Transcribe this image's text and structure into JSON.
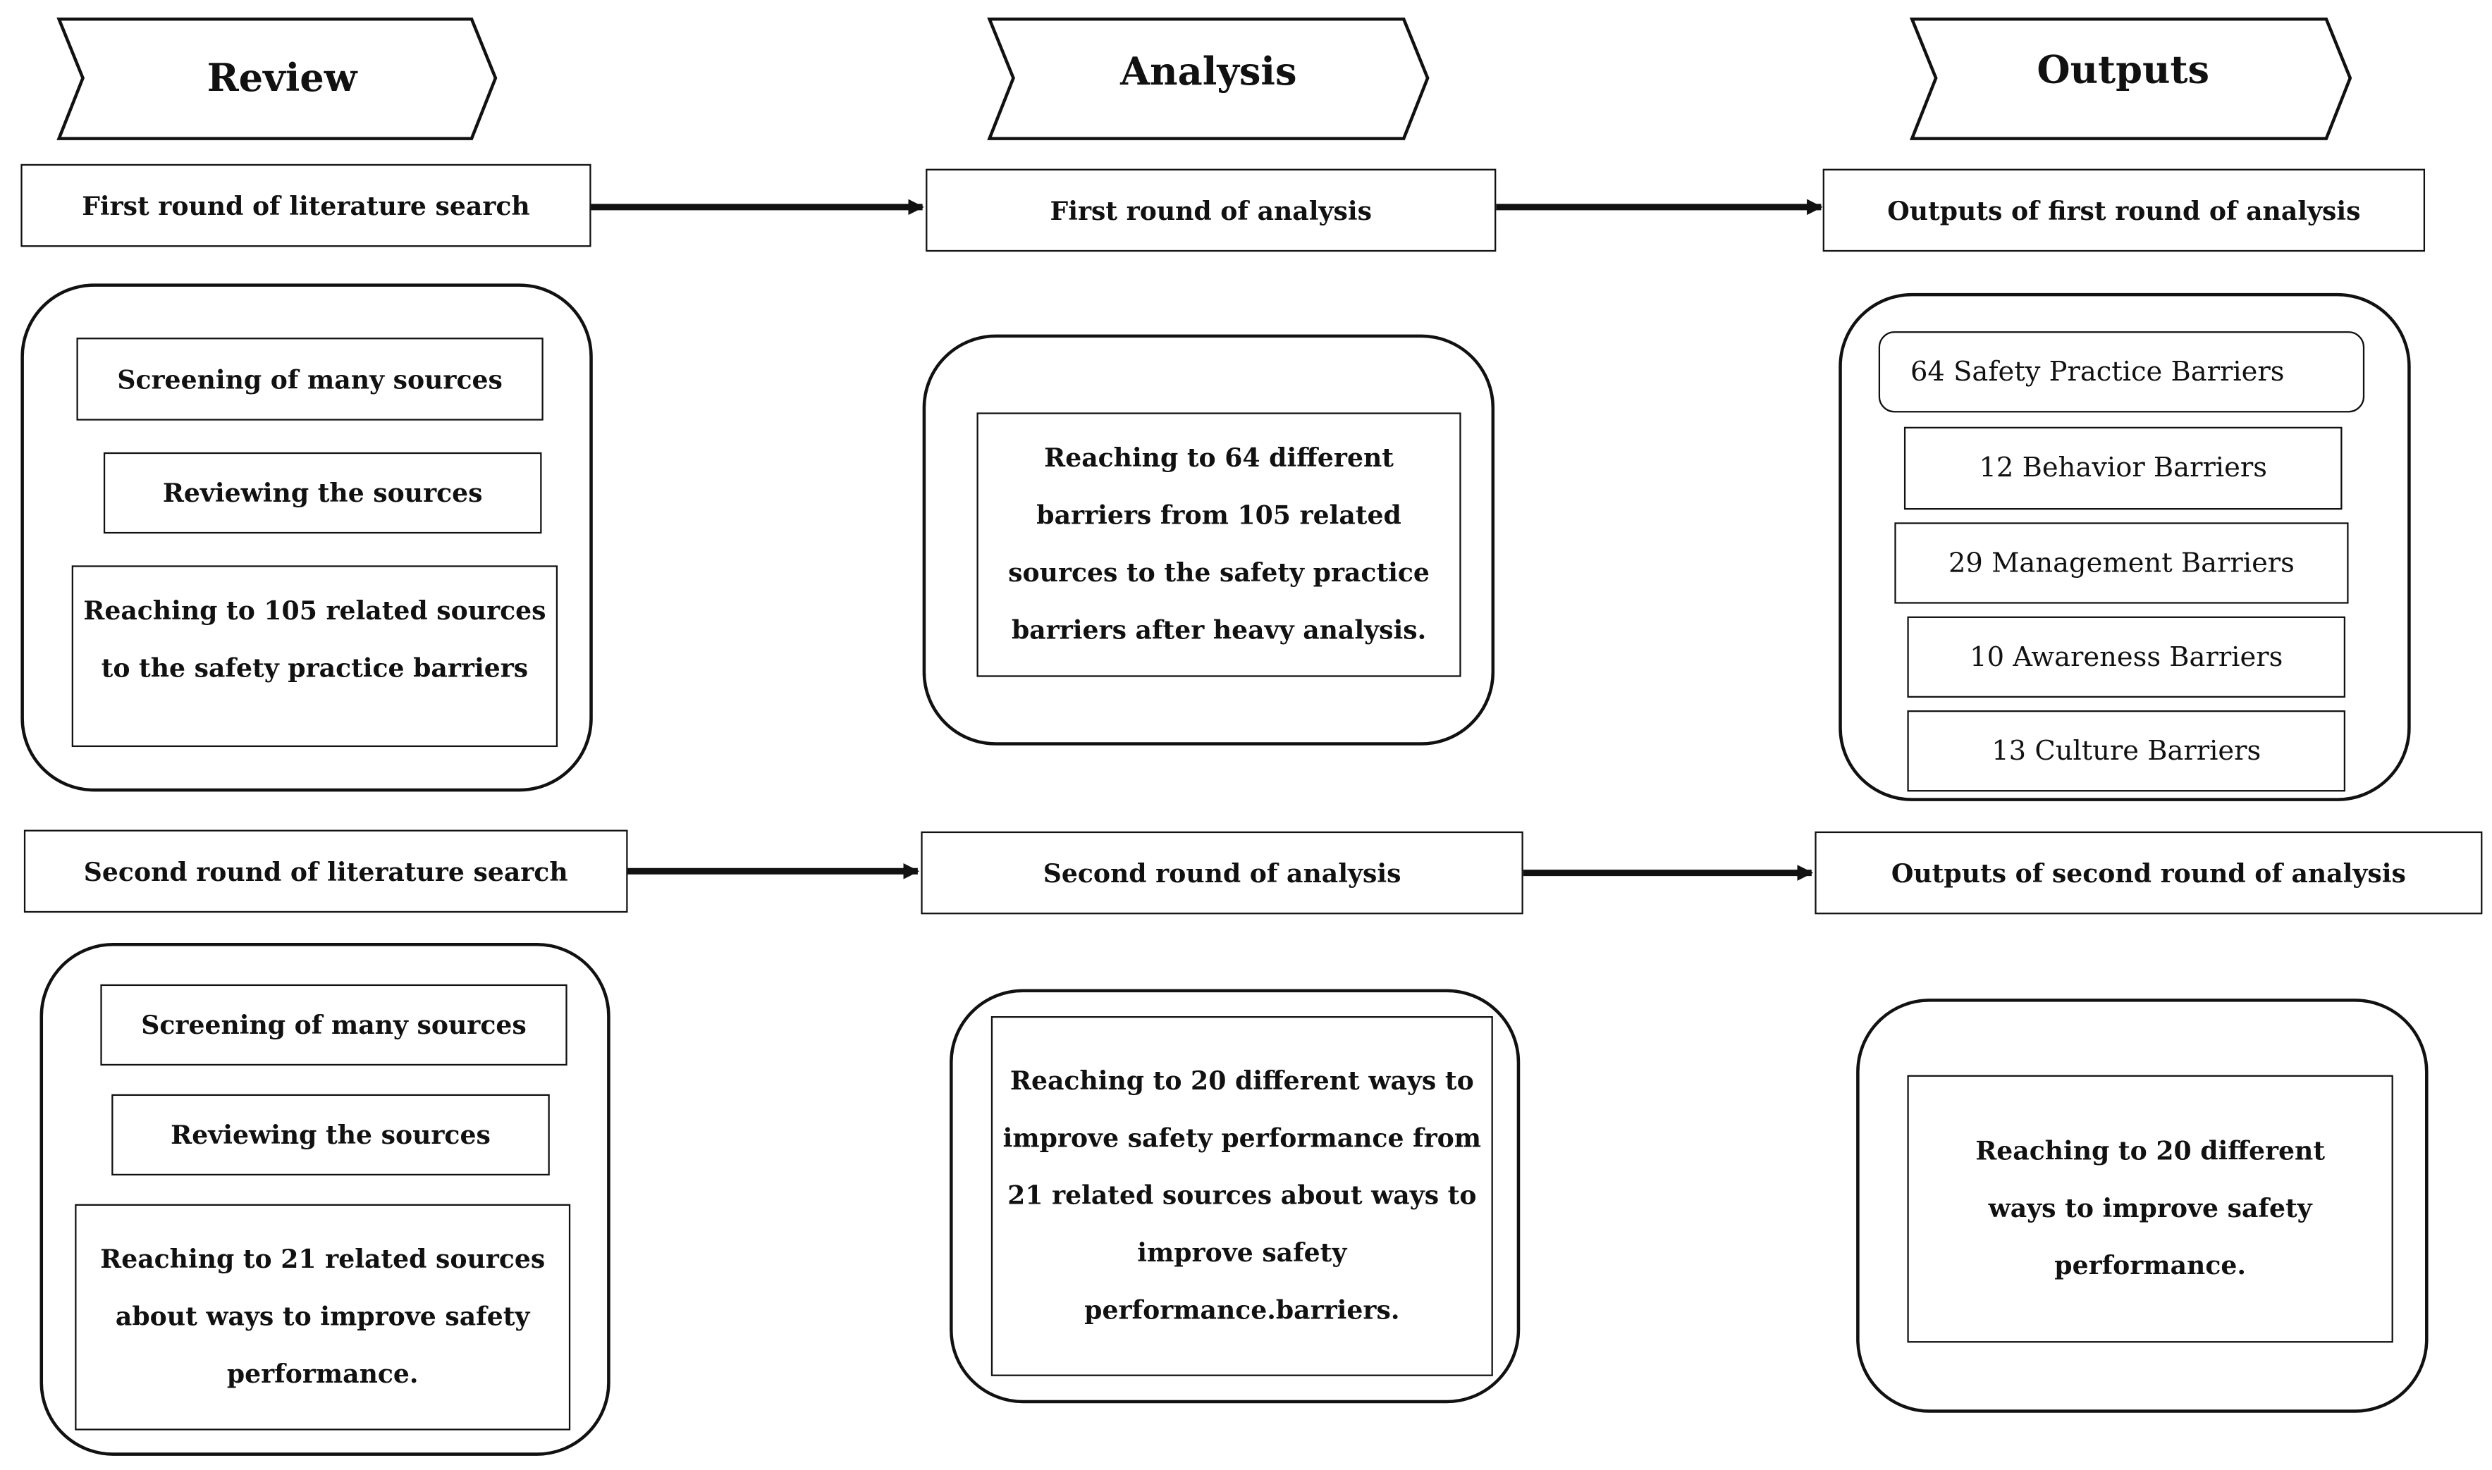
{
  "headers": {
    "review": "Review",
    "analysis": "Analysis",
    "outputs": "Outputs"
  },
  "round1": {
    "search": "First round of literature search",
    "analysis": "First round of analysis",
    "outputs": "Outputs of first round of analysis",
    "review_steps": {
      "screening": "Screening of many sources",
      "reviewing": "Reviewing the sources",
      "reaching": "Reaching to 105 related sources to the safety practice barriers"
    },
    "analysis_result": "Reaching to 64 different barriers from 105 related sources to the safety practice barriers after heavy analysis.",
    "barriers": [
      "64 Safety Practice Barriers",
      "12 Behavior Barriers",
      "29 Management Barriers",
      "10 Awareness Barriers",
      "13 Culture Barriers"
    ]
  },
  "round2": {
    "search": "Second round of literature search",
    "analysis": "Second round of analysis",
    "outputs": "Outputs of second round of analysis",
    "review_steps": {
      "screening": "Screening of many sources",
      "reviewing": "Reviewing the sources",
      "reaching": "Reaching to 21 related sources about ways to improve safety performance."
    },
    "analysis_result": "Reaching to 20 different ways to improve safety performance from 21 related sources about ways to improve safety performance.barriers.",
    "output_result": "Reaching to 20 different ways to improve safety performance."
  }
}
